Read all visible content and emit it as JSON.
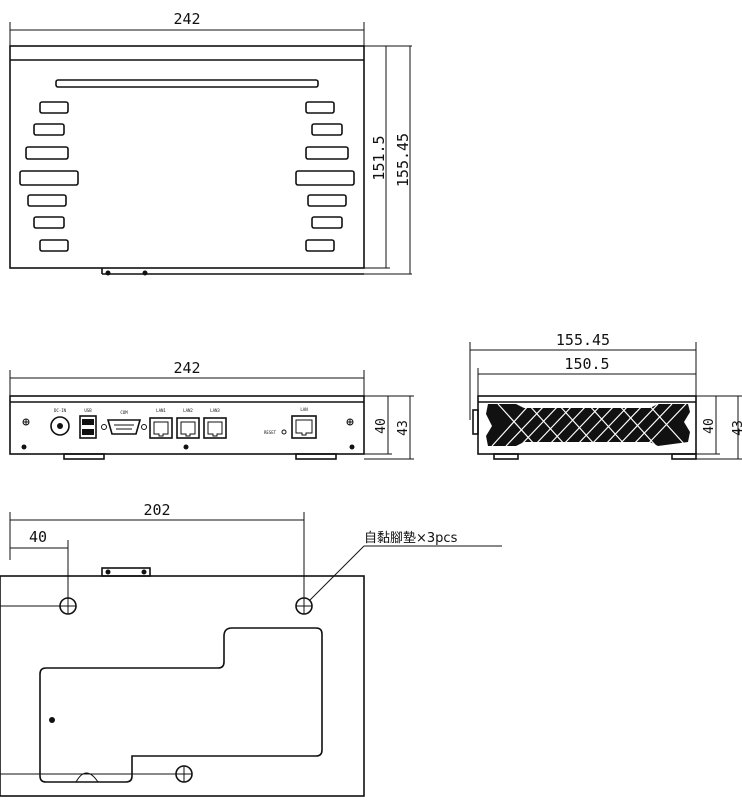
{
  "top_view": {
    "width_label": "242",
    "depth_label": "151.5",
    "depth_total_label": "155.45"
  },
  "front_view": {
    "width_label": "242",
    "height_label": "40",
    "height_total_label": "43",
    "port_labels": [
      "DC-IN",
      "USB",
      "COM",
      "LAN1",
      "LAN2",
      "LAN3",
      "LAN",
      "RESET"
    ]
  },
  "side_view": {
    "depth_total_label": "155.45",
    "depth_label": "150.5",
    "height_label": "40",
    "height_total_label": "43"
  },
  "bottom_view": {
    "hole_span_label": "202",
    "offset_label": "40",
    "callout_label": "自黏腳墊×3pcs"
  }
}
